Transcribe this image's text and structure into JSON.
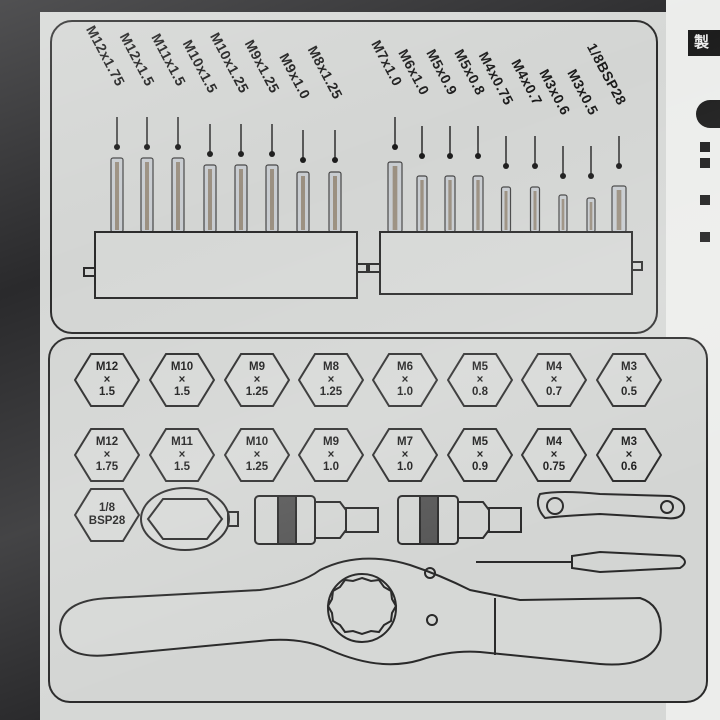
{
  "side_panel": {
    "tag": "製"
  },
  "taps_left": [
    "M12x1.75",
    "M12x1.5",
    "M11x1.5",
    "M10x1.5",
    "M10x1.25",
    "M9x1.25",
    "M9x1.0",
    "M8x1.25"
  ],
  "taps_right": [
    "M7x1.0",
    "M6x1.0",
    "M5x0.9",
    "M5x0.8",
    "M4x0.75",
    "M4x0.7",
    "M3x0.6",
    "M3x0.5",
    "1/8BSP28"
  ],
  "dies_row1": [
    [
      "M12",
      "×",
      "1.5"
    ],
    [
      "M10",
      "×",
      "1.5"
    ],
    [
      "M9",
      "×",
      "1.25"
    ],
    [
      "M8",
      "×",
      "1.25"
    ],
    [
      "M6",
      "×",
      "1.0"
    ],
    [
      "M5",
      "×",
      "0.8"
    ],
    [
      "M4",
      "×",
      "0.7"
    ],
    [
      "M3",
      "×",
      "0.5"
    ]
  ],
  "dies_row2": [
    [
      "M12",
      "×",
      "1.75"
    ],
    [
      "M11",
      "×",
      "1.5"
    ],
    [
      "M10",
      "×",
      "1.25"
    ],
    [
      "M9",
      "×",
      "1.0"
    ],
    [
      "M7",
      "×",
      "1.0"
    ],
    [
      "M5",
      "×",
      "0.9"
    ],
    [
      "M4",
      "×",
      "0.75"
    ],
    [
      "M3",
      "×",
      "0.6"
    ]
  ],
  "die_bsp": [
    "1/8",
    "BSP28"
  ],
  "colors": {
    "line": "#2a2a2a",
    "panel": "#d3d5d3"
  }
}
